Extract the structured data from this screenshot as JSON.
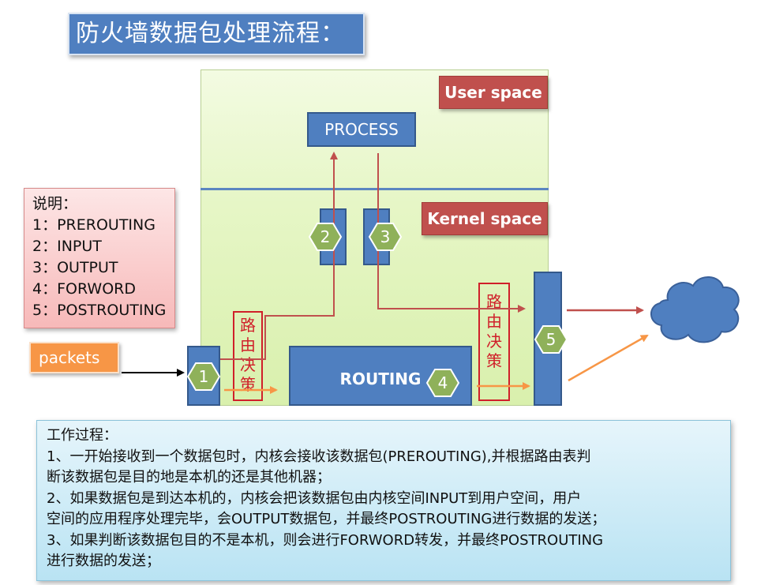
{
  "title": "防火墙数据包处理流程：",
  "user_space_label": "User space",
  "kernel_space_label": "Kernel space",
  "process_label": "PROCESS",
  "routing_label": "ROUTING",
  "route_decision_label": [
    "路",
    "由",
    "决",
    "策"
  ],
  "packets_label": "packets",
  "steps": [
    "1",
    "2",
    "3",
    "4",
    "5"
  ],
  "legend": {
    "heading": "说明：",
    "items": [
      "1：PREROUTING",
      "2：INPUT",
      "3：OUTPUT",
      "4：FORWORD",
      "5：POSTROUTING"
    ]
  },
  "work_process": {
    "heading": "工作过程：",
    "lines": [
      "1、一开始接收到一个数据包时，内核会接收该数据包(PREROUTING),并根据路由表判",
      "断该数据包是目的地是本机的还是其他机器；",
      "2、如果数据包是到达本机的，内核会把该数据包由内核空间INPUT到用户空间，用户",
      "空间的应用程序处理完毕，会OUTPUT数据包，并最终POSTROUTING进行数据的发送；",
      "3、如果判断该数据包目的不是本机，则会进行FORWORD转发，并最终POSTROUTING",
      "进行数据的发送；"
    ]
  },
  "colors": {
    "blue": "#4f7fc0",
    "red_label": "#c0504d",
    "hexagon": "#8fb15a",
    "red_arrow": "#c0504d",
    "orange_arrow": "#f79646",
    "cloud": "#4f7fc0"
  }
}
